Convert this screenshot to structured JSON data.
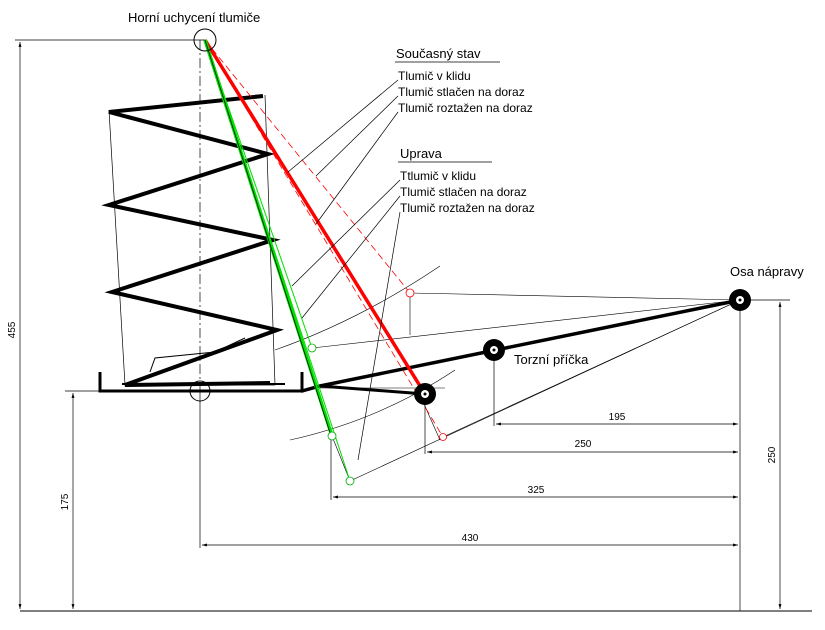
{
  "labels": {
    "top_mount": "Horní uchycení tlumiče",
    "axle_axis": "Osa nápravy",
    "torsion_bar": "Torzní příčka"
  },
  "legend_current": {
    "heading": "Současný stav",
    "items": [
      "Tlumič v klidu",
      "Tlumič stlačen na doraz",
      "Tlumič roztažen na doraz"
    ]
  },
  "legend_modified": {
    "heading": "Uprava",
    "items": [
      "Ttlumič v klidu",
      "Tlumič stlačen na doraz",
      "Tlumič roztažen na doraz"
    ]
  },
  "dimensions": {
    "d195": "195",
    "d250h": "250",
    "d325": "325",
    "d430": "430",
    "d455": "455",
    "d175": "175",
    "d250v": "250"
  },
  "colors": {
    "current_damper": "#ff0000",
    "modified_damper": "#00dd00",
    "ink": "#000000"
  }
}
